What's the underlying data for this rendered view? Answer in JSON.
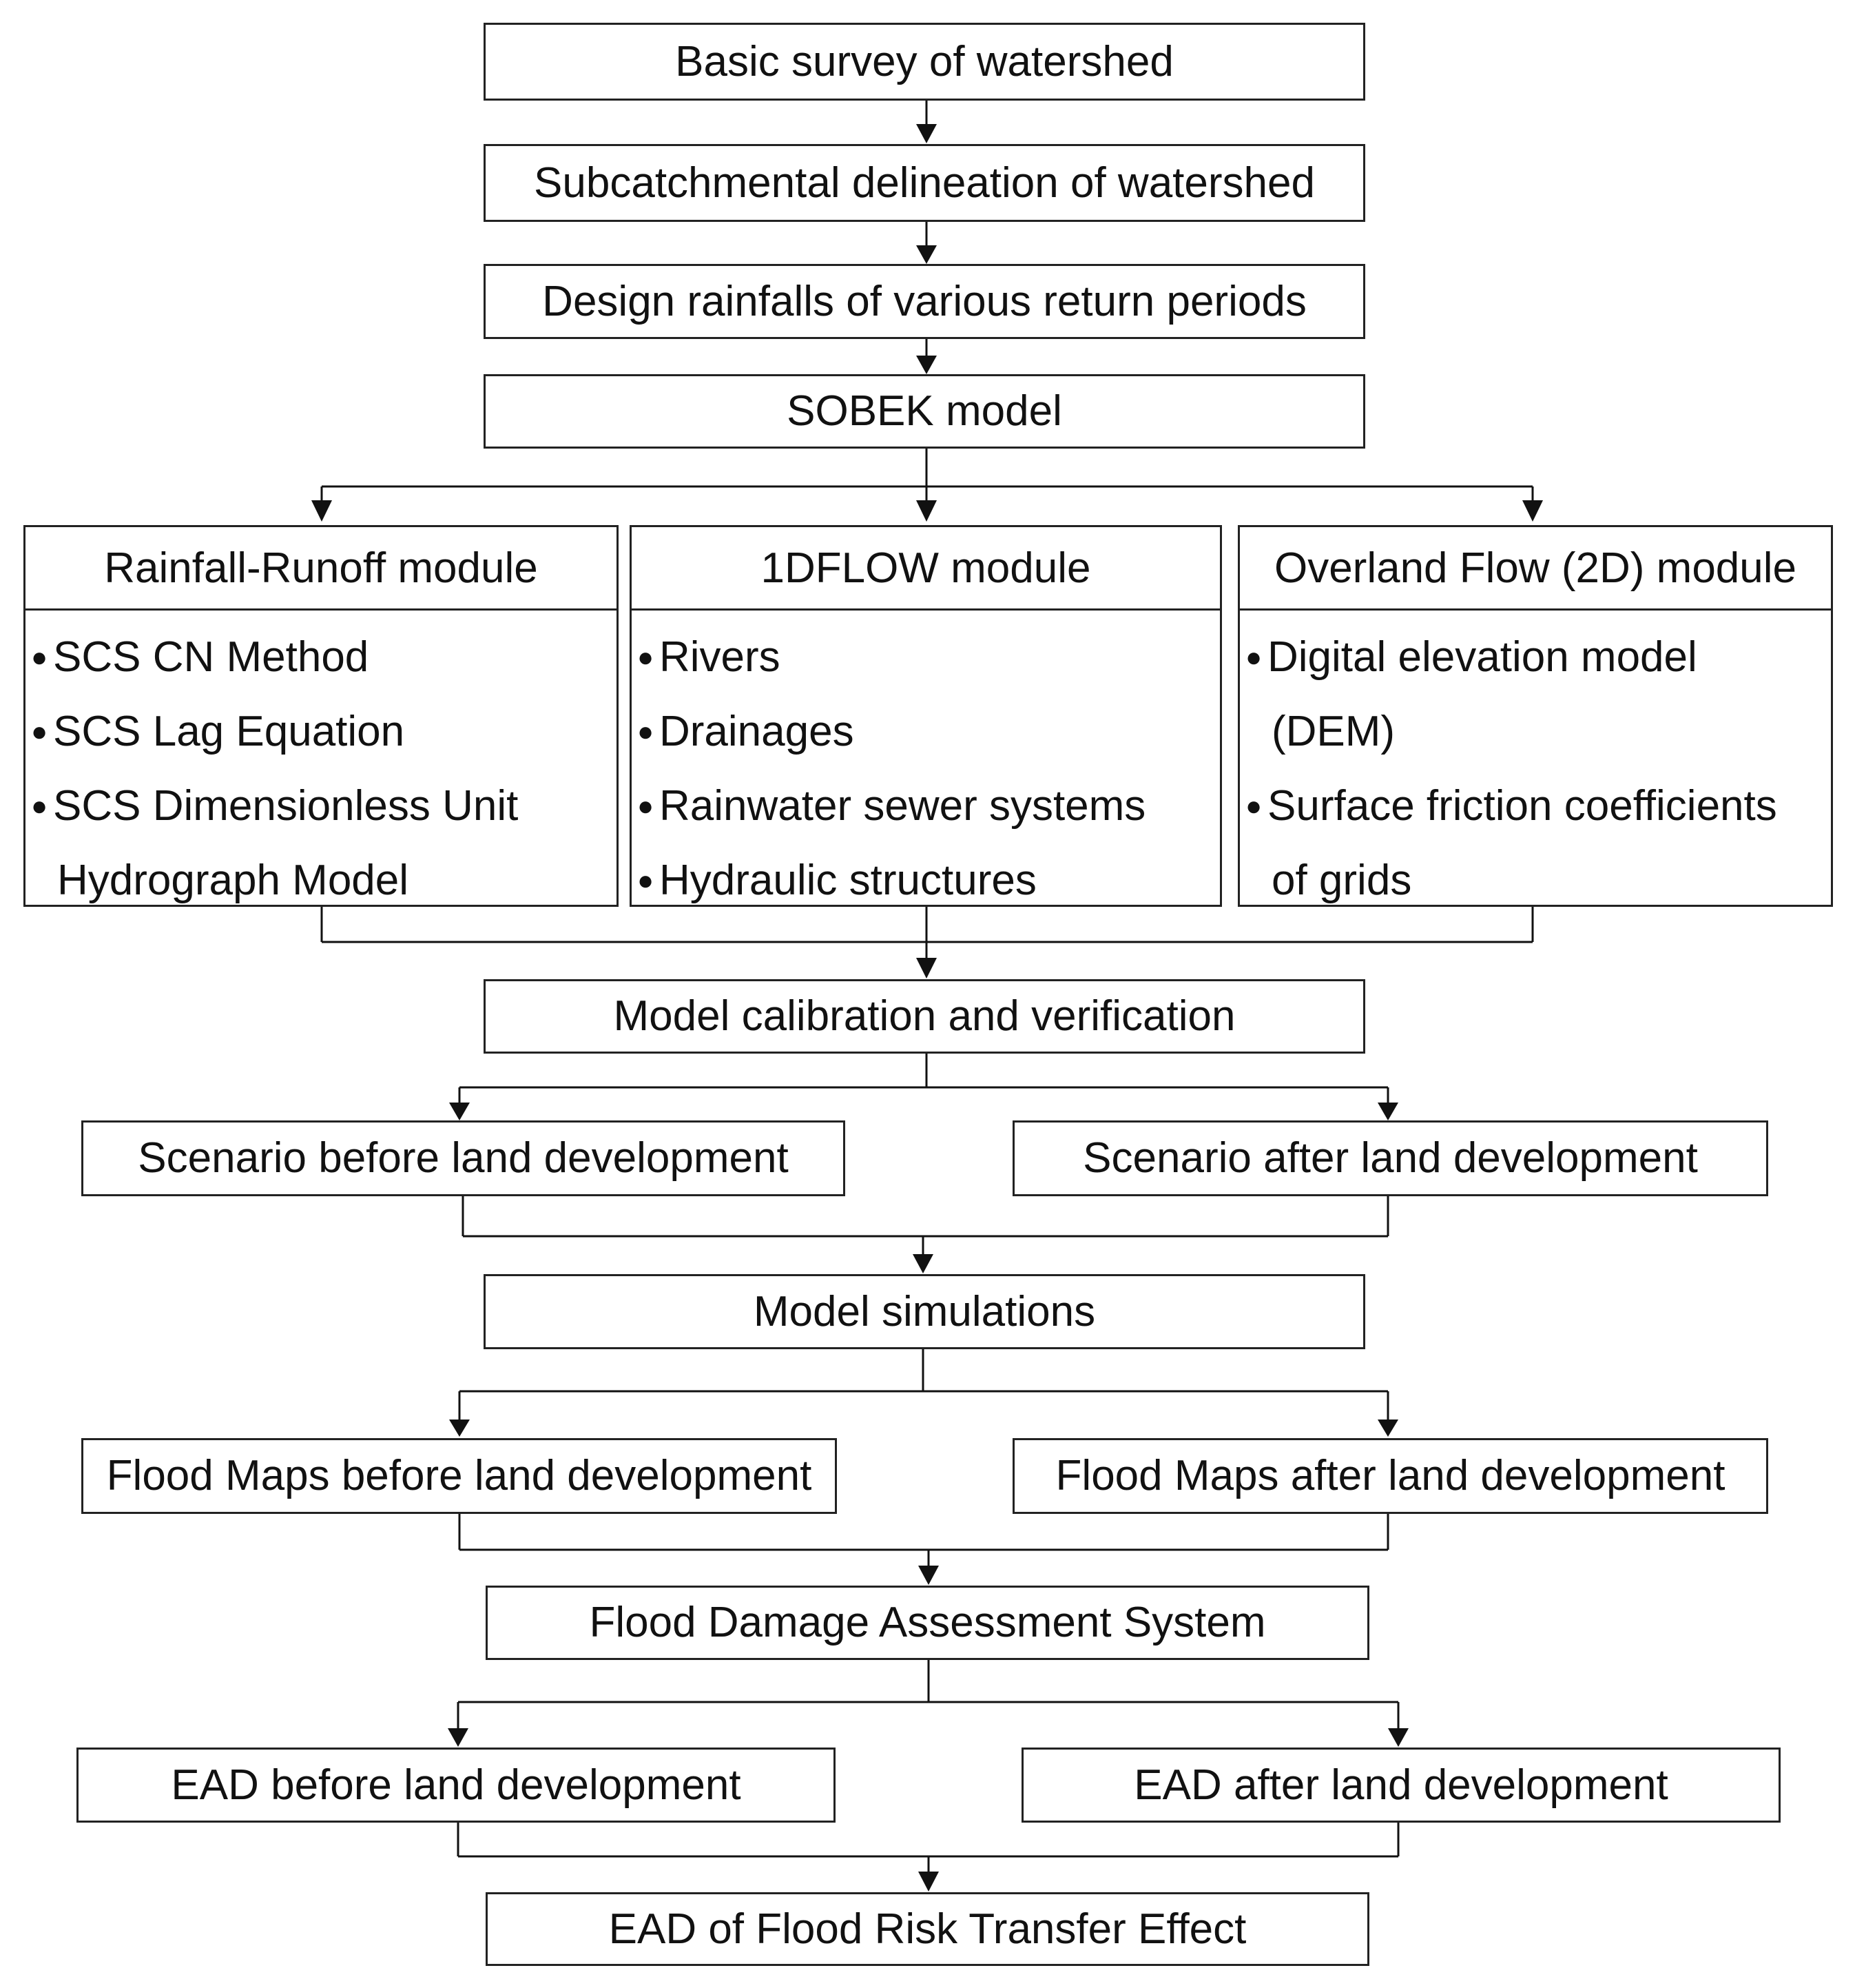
{
  "steps": {
    "basic_survey": "Basic survey of watershed",
    "subcatchment": "Subcatchmental delineation of watershed",
    "design_rainfall": "Design rainfalls of various return periods",
    "sobek": "SOBEK model",
    "calibration": "Model calibration and verification",
    "scenario_before": "Scenario before land development",
    "scenario_after": "Scenario after land development",
    "simulations": "Model simulations",
    "flood_maps_before": "Flood Maps before land development",
    "flood_maps_after": "Flood Maps after land development",
    "damage_system": "Flood Damage Assessment System",
    "ead_before": "EAD before land development",
    "ead_after": "EAD after land development",
    "ead_transfer": "EAD of Flood Risk Transfer Effect"
  },
  "modules": {
    "rainfall_runoff": {
      "title": "Rainfall-Runoff module",
      "items": [
        "SCS CN Method",
        "SCS Lag Equation",
        "SCS Dimensionless Unit",
        "Hydrograph Model"
      ]
    },
    "oneD_flow": {
      "title": "1DFLOW module",
      "items": [
        "Rivers",
        "Drainages",
        "Rainwater sewer systems",
        "Hydraulic structures"
      ]
    },
    "overland_flow": {
      "title": "Overland Flow (2D) module",
      "items": [
        "Digital elevation model",
        "(DEM)",
        "Surface friction coefficients",
        "of grids"
      ]
    }
  },
  "bullet_symbol": "●"
}
